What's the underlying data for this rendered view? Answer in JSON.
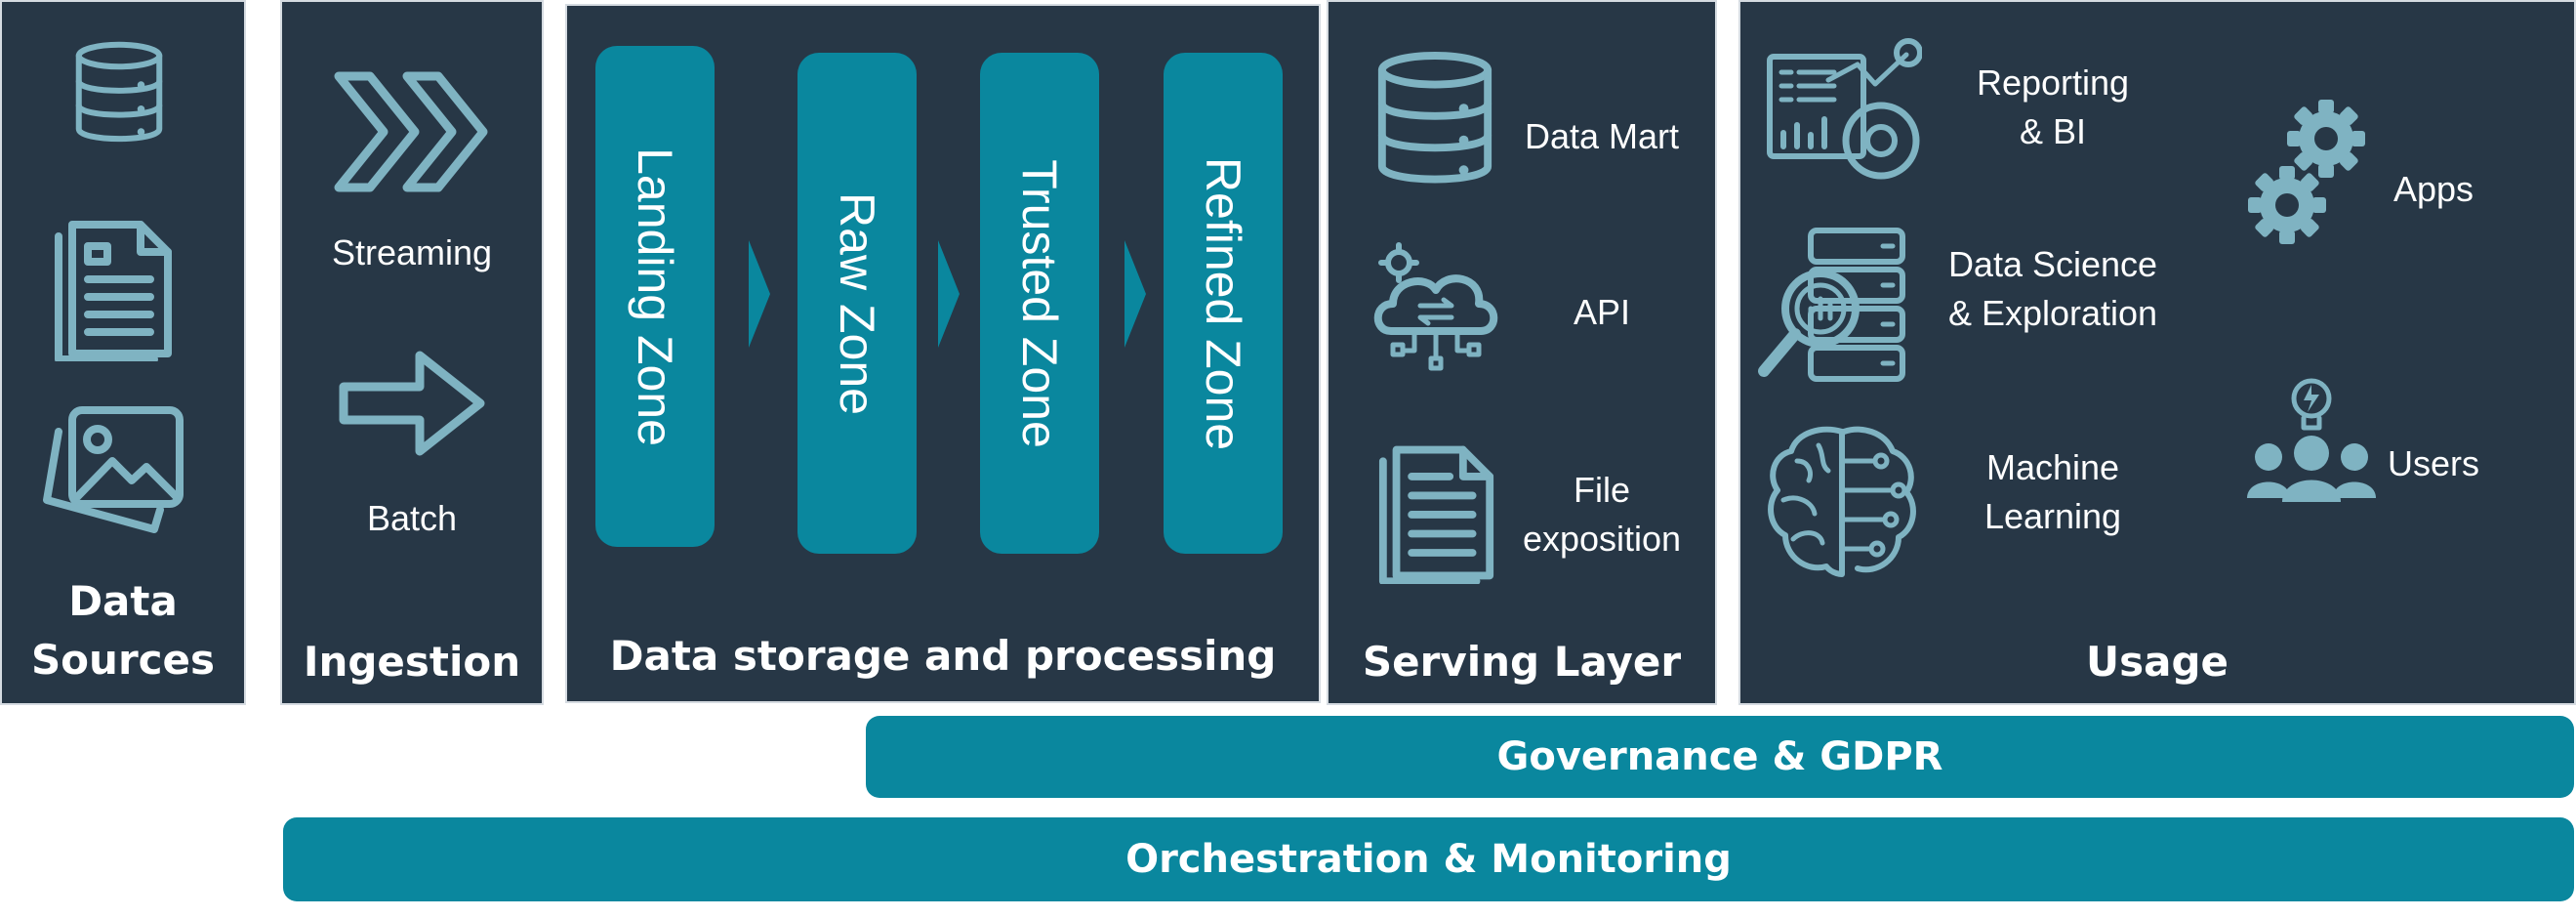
{
  "colors": {
    "panel": "#273746",
    "accent": "#0a879e",
    "icon": "#7fb3c2",
    "text": "#ffffff"
  },
  "sources": {
    "title_line1": "Data",
    "title_line2": "Sources"
  },
  "ingestion": {
    "title": "Ingestion",
    "streaming": "Streaming",
    "batch": "Batch"
  },
  "storage": {
    "title": "Data storage and processing",
    "zones": [
      "Landing Zone",
      "Raw Zone",
      "Trusted Zone",
      "Refined Zone"
    ]
  },
  "serving": {
    "title": "Serving Layer",
    "data_mart": "Data Mart",
    "api": "API",
    "file_line1": "File",
    "file_line2": "exposition"
  },
  "usage": {
    "title": "Usage",
    "reporting_line1": "Reporting",
    "reporting_line2": "& BI",
    "ds_line1": "Data Science",
    "ds_line2": "& Exploration",
    "ml_line1": "Machine",
    "ml_line2": "Learning",
    "apps": "Apps",
    "users": "Users"
  },
  "bars": {
    "governance": "Governance & GDPR",
    "orchestration": "Orchestration & Monitoring"
  },
  "icons": [
    "database-icon",
    "document-icon",
    "image-icon",
    "double-chevron-icon",
    "arrow-right-icon",
    "cloud-api-icon",
    "report-chart-icon",
    "data-science-icon",
    "brain-icon",
    "gears-icon",
    "users-icon"
  ]
}
